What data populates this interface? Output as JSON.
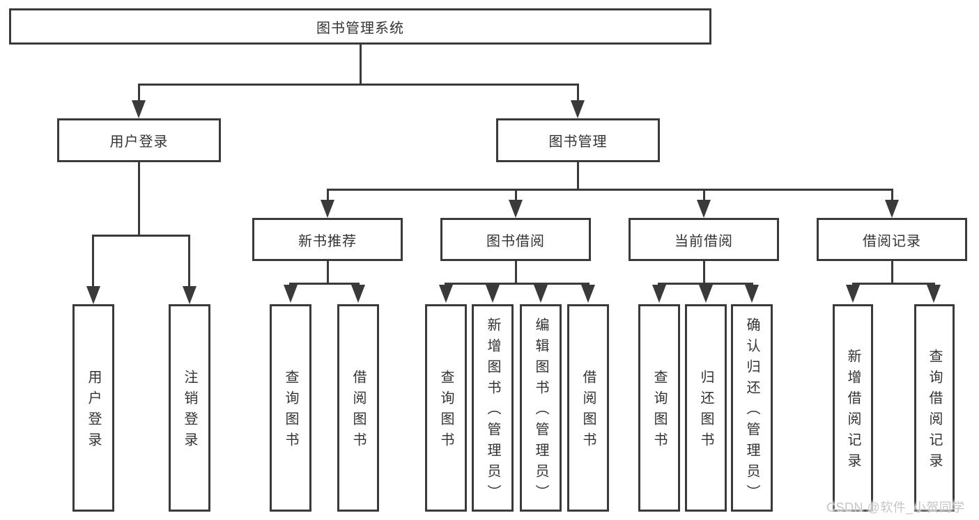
{
  "title": "图书管理系统",
  "watermark": {
    "text": "CSDN @软件_小贺同学",
    "color": "#c6c6c6"
  },
  "colors": {
    "line": "#3a3a3a",
    "text": "#333333",
    "background": "#ffffff"
  },
  "nodes": {
    "root": {
      "label": "图书管理系统"
    },
    "level2": [
      {
        "id": "user-login",
        "label": "用户登录"
      },
      {
        "id": "book-management",
        "label": "图书管理"
      }
    ],
    "level3": [
      {
        "id": "new-book-recommend",
        "label": "新书推荐"
      },
      {
        "id": "book-borrowing",
        "label": "图书借阅"
      },
      {
        "id": "current-borrowing",
        "label": "当前借阅"
      },
      {
        "id": "borrowing-records",
        "label": "借阅记录"
      }
    ],
    "leaves": [
      {
        "id": "user-login-action",
        "label": "用户登录"
      },
      {
        "id": "logout-action",
        "label": "注销登录"
      },
      {
        "id": "query-books-recommend",
        "label": "查询图书"
      },
      {
        "id": "borrow-books-recommend",
        "label": "借阅图书"
      },
      {
        "id": "query-books-borrowing",
        "label": "查询图书"
      },
      {
        "id": "add-books-admin",
        "label": "新增图书（管理员）"
      },
      {
        "id": "edit-books-admin",
        "label": "编辑图书（管理员）"
      },
      {
        "id": "borrow-books-borrowing",
        "label": "借阅图书"
      },
      {
        "id": "query-books-current",
        "label": "查询图书"
      },
      {
        "id": "return-books",
        "label": "归还图书"
      },
      {
        "id": "confirm-return-admin",
        "label": "确认归还（管理员）"
      },
      {
        "id": "add-borrow-record",
        "label": "新增借阅记录"
      },
      {
        "id": "query-borrow-record",
        "label": "查询借阅记录"
      }
    ]
  }
}
